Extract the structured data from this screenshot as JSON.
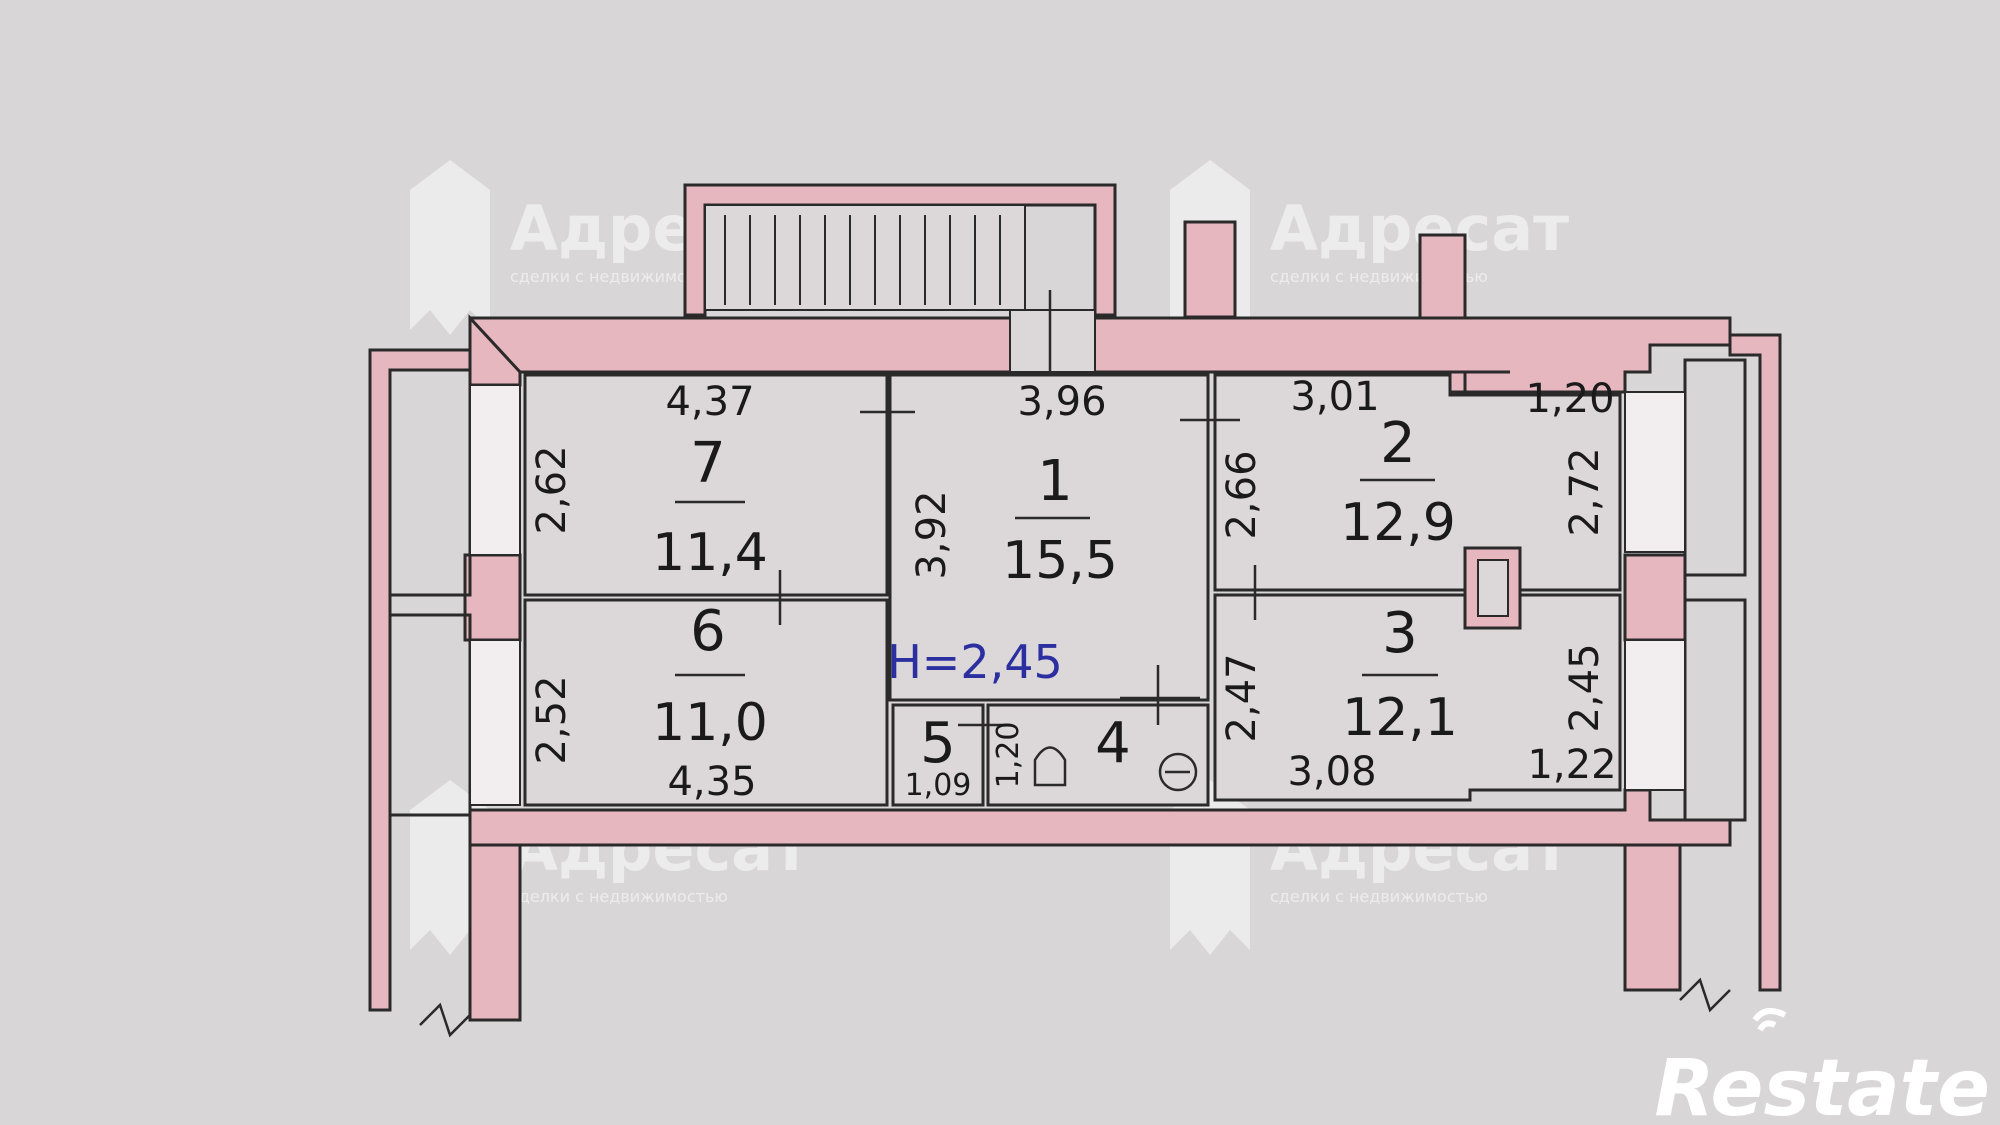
{
  "watermark": {
    "name": "Адресат",
    "tagline": "сделки с недвижимостью"
  },
  "brand": "Restate",
  "ceiling_height": "H=2,45",
  "rooms": [
    {
      "id": "7",
      "number": "7",
      "area": "11,4",
      "width": "4,37",
      "depth": "2,62"
    },
    {
      "id": "1",
      "number": "1",
      "area": "15,5",
      "width": "3,96",
      "depth": "3,92"
    },
    {
      "id": "2",
      "number": "2",
      "area": "12,9",
      "width": "3,01",
      "depth": "2,66",
      "depth_right": "2,72",
      "niche": "1,20"
    },
    {
      "id": "6",
      "number": "6",
      "area": "11,0",
      "width": "4,35",
      "depth": "2,52"
    },
    {
      "id": "3",
      "number": "3",
      "area": "12,1",
      "width": "3,08",
      "depth": "2,47",
      "depth_right": "2,45",
      "niche": "1,22"
    },
    {
      "id": "5",
      "number": "5",
      "width": "1,09"
    },
    {
      "id": "4",
      "number": "4",
      "depth": "1,20"
    }
  ],
  "colors": {
    "wall": "#e6b7bf",
    "floor": "#dcd8da",
    "height_label": "#2b2fa0"
  }
}
